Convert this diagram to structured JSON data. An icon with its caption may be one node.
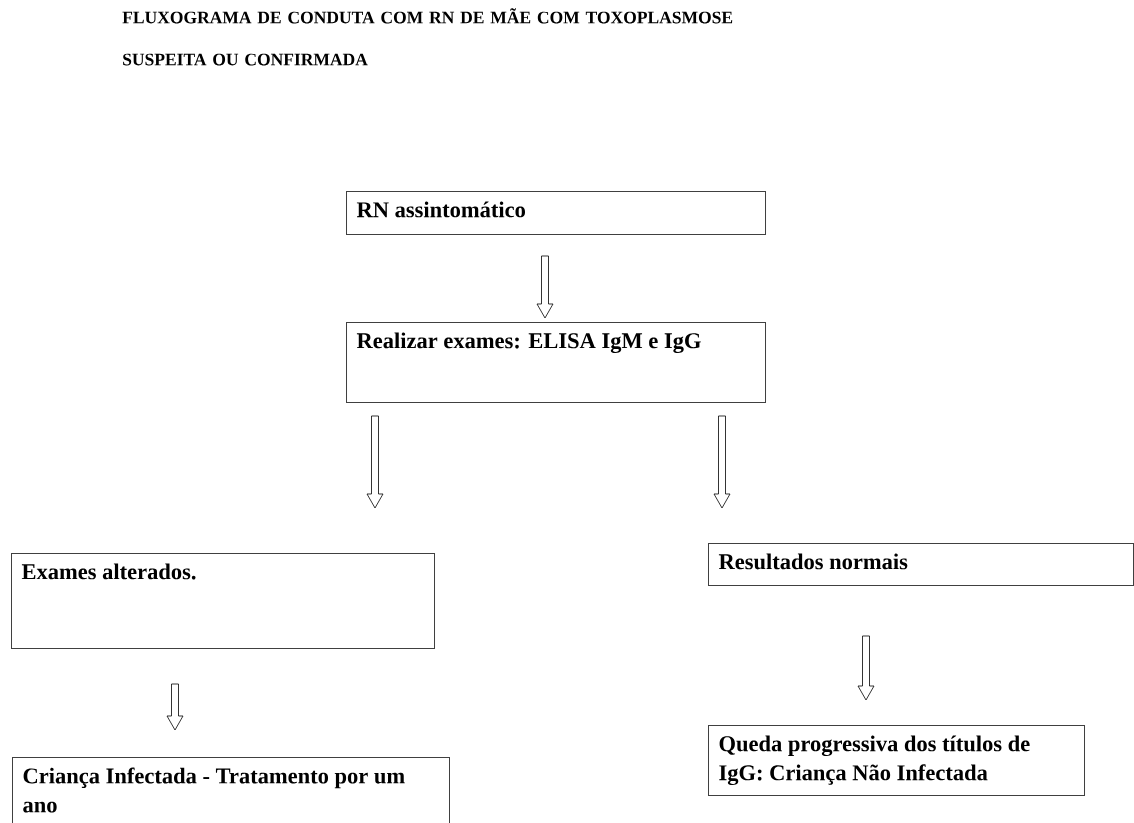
{
  "diagram": {
    "title": "FLUXOGRAMA DE CONDUTA COM RN DE MÃE COM TOXOPLASMOSE SUSPEITA OU CONFIRMADA",
    "nodes": [
      {
        "text": [
          "RN assintomático"
        ]
      },
      {
        "text": [
          "Realizar exames: ELISA IgM e IgG"
        ]
      },
      {
        "text": [
          "Exames alterados."
        ]
      },
      {
        "text": [
          "Resultados normais"
        ]
      },
      {
        "text": [
          "Criança Infectada - Tratamento por um ano"
        ]
      },
      {
        "text": [
          "Queda progressiva dos títulos de IgG: Criança Não Infectada"
        ]
      }
    ],
    "edges": [
      {
        "from": 0,
        "to": 1,
        "arrow": "to"
      },
      {
        "from": 1,
        "to": 2,
        "arrow": "to"
      },
      {
        "from": 1,
        "to": 3,
        "arrow": "to"
      },
      {
        "from": 2,
        "to": 4,
        "arrow": "to"
      },
      {
        "from": 3,
        "to": 5,
        "arrow": "to"
      }
    ]
  }
}
